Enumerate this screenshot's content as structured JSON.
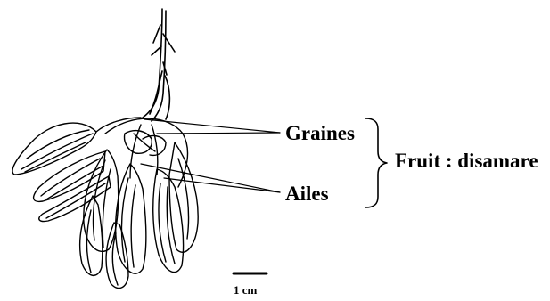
{
  "labels": {
    "seeds": "Graines",
    "wings": "Ailes",
    "fruit": "Fruit : disamare",
    "scale": "1 cm"
  },
  "colors": {
    "ink": "#000000",
    "background": "#ffffff"
  }
}
